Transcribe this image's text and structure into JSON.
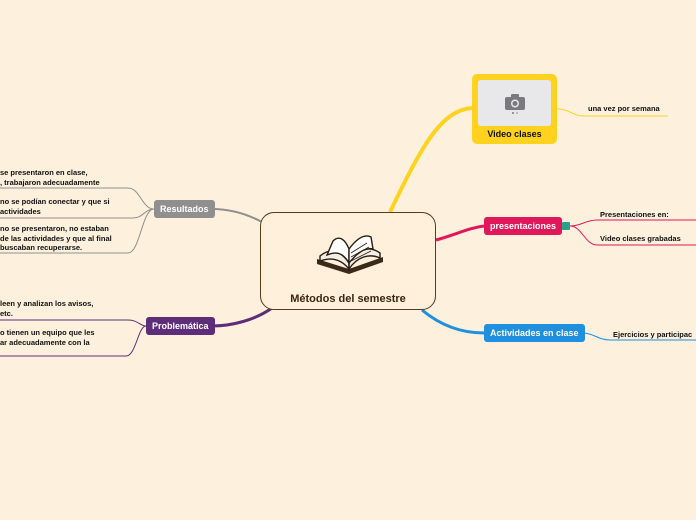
{
  "central": {
    "title": "Métodos del semestre",
    "icon": "open-book-icon"
  },
  "branches": {
    "video": {
      "label": "Video clases",
      "icon": "camera-icon",
      "color": "#ffd21f",
      "leaves": [
        "una vez por semana"
      ]
    },
    "presentaciones": {
      "label": "presentaciones",
      "color": "#e0185a",
      "leaves": [
        "Presentaciones en:",
        "Video clases grabadas"
      ]
    },
    "actividades": {
      "label": "Actividades en clase",
      "color": "#1f8fe0",
      "leaves": [
        "Ejercicios y participac"
      ]
    },
    "resultados": {
      "label": "Resultados",
      "color": "#8f8f8f",
      "leaves": [
        [
          "se presentaron en clase,",
          ", trabajaron adecuadamente"
        ],
        [
          "no se podían conectar y que si",
          "actividades"
        ],
        [
          "no se presentaron, no estaban",
          "de las actividades y que al final",
          "buscaban recuperarse."
        ]
      ]
    },
    "problematica": {
      "label": "Problemática",
      "color": "#5e2d79",
      "leaves": [
        [
          "leen y analizan los avisos,",
          "etc."
        ],
        [
          "o tienen un equipo que les",
          "ar adecuadamente con la"
        ]
      ]
    }
  }
}
